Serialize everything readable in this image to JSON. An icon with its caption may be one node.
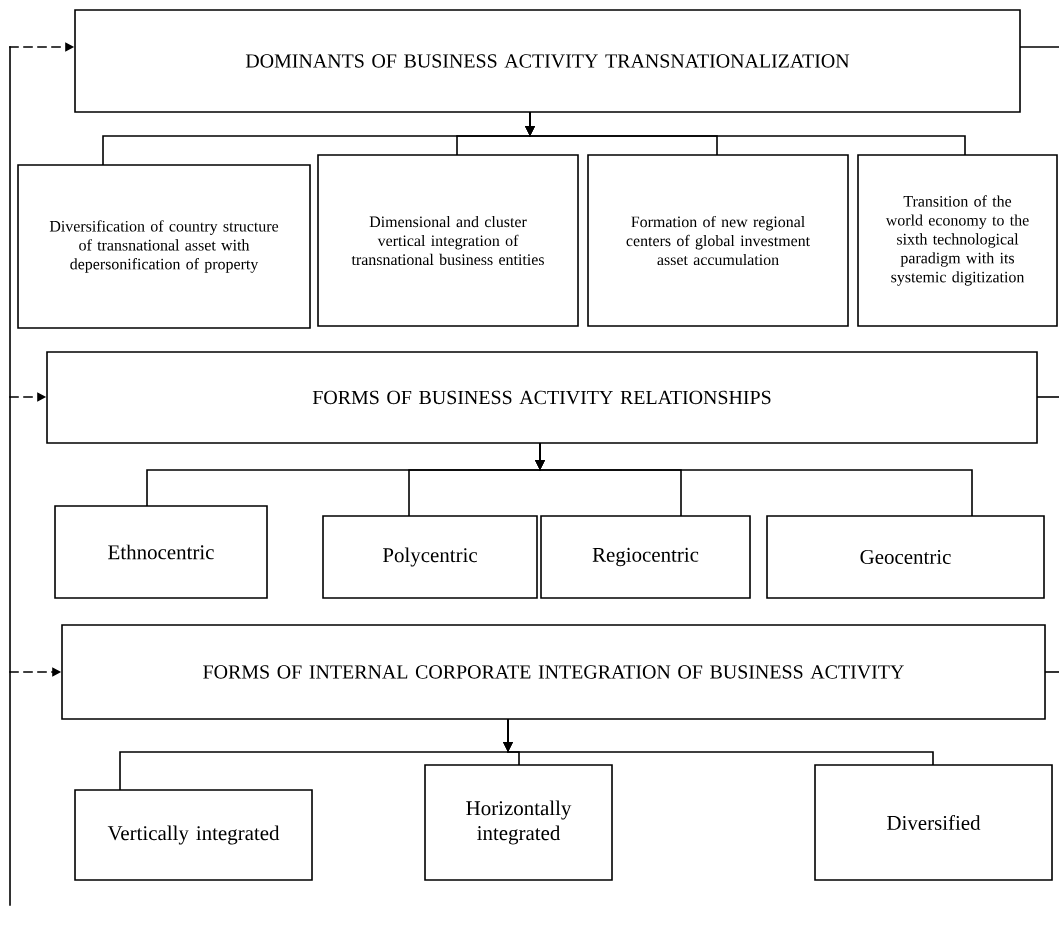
{
  "diagram": {
    "nodes": [
      {
        "text": [
          "DOMINANTS OF BUSINESS ACTIVITY TRANSNATIONALIZATION"
        ]
      },
      {
        "text": [
          "Diversification of country structure of transnational asset with depersonification of property"
        ]
      },
      {
        "text": [
          "Dimensional and cluster vertical integration of transnational business entities"
        ]
      },
      {
        "text": [
          "Formation of new regional centers of global investment asset accumulation"
        ]
      },
      {
        "text": [
          "Transition of the world economy to the sixth technological paradigm with its systemic digitization"
        ]
      },
      {
        "text": [
          "FORMS OF BUSINESS ACTIVITY RELATIONSHIPS"
        ]
      },
      {
        "text": [
          "Ethnocentric"
        ]
      },
      {
        "text": [
          "Polycentric"
        ]
      },
      {
        "text": [
          "Regiocentric"
        ]
      },
      {
        "text": [
          "Geocentric"
        ]
      },
      {
        "text": [
          "FORMS OF INTERNAL CORPORATE INTEGRATION OF BUSINESS ACTIVITY"
        ]
      },
      {
        "text": [
          "Vertically integrated"
        ]
      },
      {
        "text": [
          "Horizontally integrated"
        ]
      },
      {
        "text": [
          "Diversified"
        ]
      }
    ],
    "edges": [
      {
        "from": 0,
        "to": 1,
        "arrow": "to"
      },
      {
        "from": 0,
        "to": 2,
        "arrow": "to"
      },
      {
        "from": 0,
        "to": 3,
        "arrow": "to"
      },
      {
        "from": 0,
        "to": 4,
        "arrow": "to"
      },
      {
        "from": 5,
        "to": 6,
        "arrow": "to"
      },
      {
        "from": 5,
        "to": 7,
        "arrow": "to"
      },
      {
        "from": 5,
        "to": 8,
        "arrow": "to"
      },
      {
        "from": 5,
        "to": 9,
        "arrow": "to"
      },
      {
        "from": 10,
        "to": 11,
        "arrow": "to"
      },
      {
        "from": 10,
        "to": 12,
        "arrow": "to"
      },
      {
        "from": 10,
        "to": 13,
        "arrow": "to"
      },
      {
        "from": null,
        "to": 0,
        "arrow": "to",
        "style": "dashed"
      },
      {
        "from": null,
        "to": 5,
        "arrow": "to",
        "style": "dashed"
      },
      {
        "from": null,
        "to": 10,
        "arrow": "to",
        "style": "dashed"
      },
      {
        "from": 0,
        "to": null,
        "arrow": "none"
      },
      {
        "from": 5,
        "to": null,
        "arrow": "none"
      },
      {
        "from": 10,
        "to": null,
        "arrow": "none"
      }
    ]
  }
}
